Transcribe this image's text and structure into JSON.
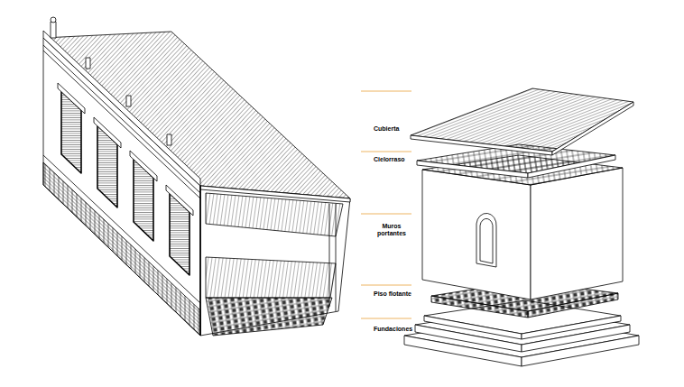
{
  "diagram": {
    "labels": [
      "Cubierta",
      "Cielorraso",
      "Muros portantes",
      "Piso flotante",
      "Fundaciones"
    ]
  }
}
